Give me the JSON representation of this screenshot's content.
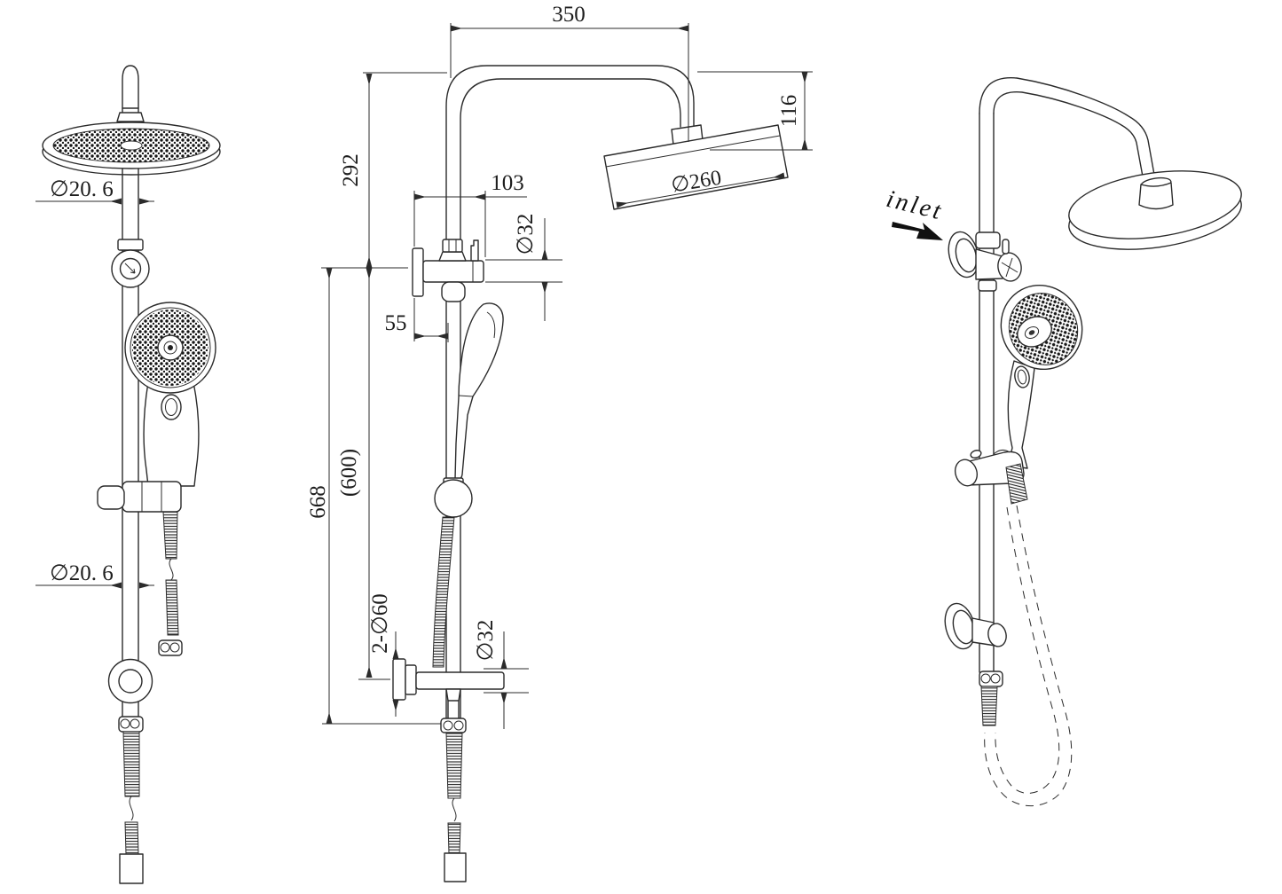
{
  "page": {
    "background": "#ffffff",
    "line_color": "#2b2b2b"
  },
  "views": {
    "side": {
      "dims": {
        "riser_dia_upper": "∅20. 6",
        "riser_dia_lower": "∅20. 6"
      }
    },
    "front": {
      "dims": {
        "arm_width": "350",
        "head_drop": "116",
        "upper_riser_height": "292",
        "wall_offset": "103",
        "valve_body_dia": "∅32",
        "hose_offset": "55",
        "riser_length": "668",
        "bracket_spacing": "(600)",
        "flange_dia": "2-∅60",
        "outlet_dia": "∅32",
        "head_dia": "∅260"
      }
    },
    "perspective": {
      "labels": {
        "inlet": "inlet"
      }
    }
  }
}
